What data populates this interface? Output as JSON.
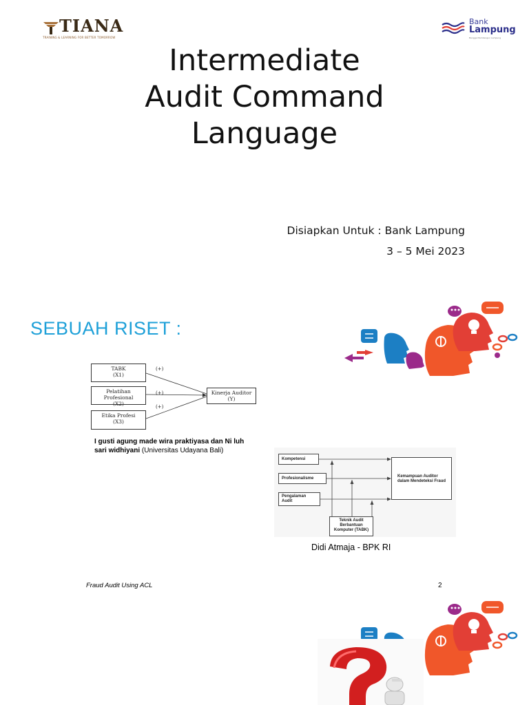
{
  "logos": {
    "left": {
      "wordmark": "TIANA",
      "tagline": "TRAINING & LEARNING FOR BETTER TOMORROW",
      "icon": "tiana-arch-icon"
    },
    "right": {
      "line1": "Bank",
      "line2": "Lampung",
      "tagline": "Bangga Membangun Lampung",
      "icon": "bank-lampung-wave-icon"
    }
  },
  "title": {
    "line1": "Intermediate",
    "line2": "Audit Command",
    "line3": "Language"
  },
  "prepared": {
    "line1": "Disiapkan Untuk : Bank Lampung",
    "line2": "3 – 5 Mei 2023"
  },
  "section": {
    "heading": "SEBUAH RISET  :"
  },
  "diagram1": {
    "box1": [
      "TABK",
      "(X1)"
    ],
    "box2": [
      "Pelatihan Profesional",
      "(X2)"
    ],
    "box3": [
      "Etika Profesi",
      "(X3)"
    ],
    "target": [
      "Kinerja Auditor",
      "(Y)"
    ],
    "sign1": "(+)",
    "sign2": "(+)",
    "sign3": "(+)"
  },
  "caption1": {
    "bold": "I gusti agung made wira praktiyasa dan Ni luh sari widhiyani",
    "normal": " (Universitas Udayana Bali)"
  },
  "diagram2": {
    "box1": "Kompetensi",
    "box2": "Profesionalisme",
    "box3": [
      "Pengalaman",
      "Audit"
    ],
    "target": [
      "Kemampuan Auditor",
      "dalam Mendeteksi Fraud"
    ],
    "moderator": [
      "Teknik Audit",
      "Berbantuan",
      "Komputer (TABK)"
    ]
  },
  "caption2": "Didi Atmaja -  BPK RI",
  "footer": {
    "text": "Fraud Audit Using ACL",
    "page": "2"
  },
  "colors": {
    "heading": "#1ea0d8",
    "tiana_brown": "#3a2a16",
    "bank_navy": "#2b2e8a",
    "head_blue": "#1c7fc4",
    "head_orange": "#f0572a",
    "head_red": "#e23f36",
    "question_red": "#d21f1f"
  }
}
